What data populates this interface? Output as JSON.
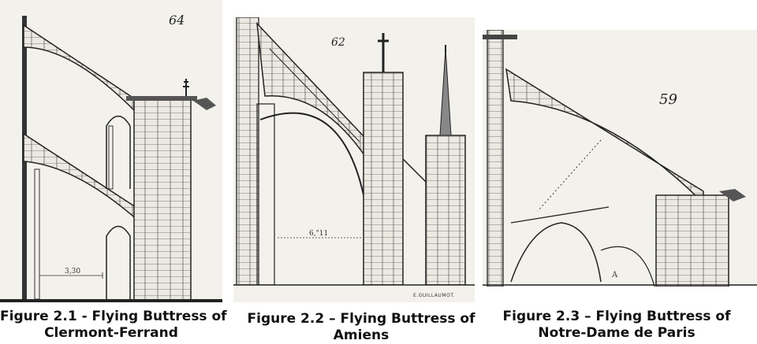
{
  "figures": [
    {
      "plate_number": "64",
      "dimension": "3,30",
      "caption_line1": "Figure 2.1 - Flying Buttress of",
      "caption_line2": "Clermont-Ferrand"
    },
    {
      "plate_number": "62",
      "dimension": "6,\"11",
      "engraver": "E.GUILLAUMOT.",
      "caption_line1": "Figure 2.2 – Flying Buttress of",
      "caption_line2": "Amiens"
    },
    {
      "plate_number": "59",
      "label": "A",
      "caption_line1": "Figure 2.3 – Flying Buttress of",
      "caption_line2": "Notre-Dame de Paris"
    }
  ]
}
